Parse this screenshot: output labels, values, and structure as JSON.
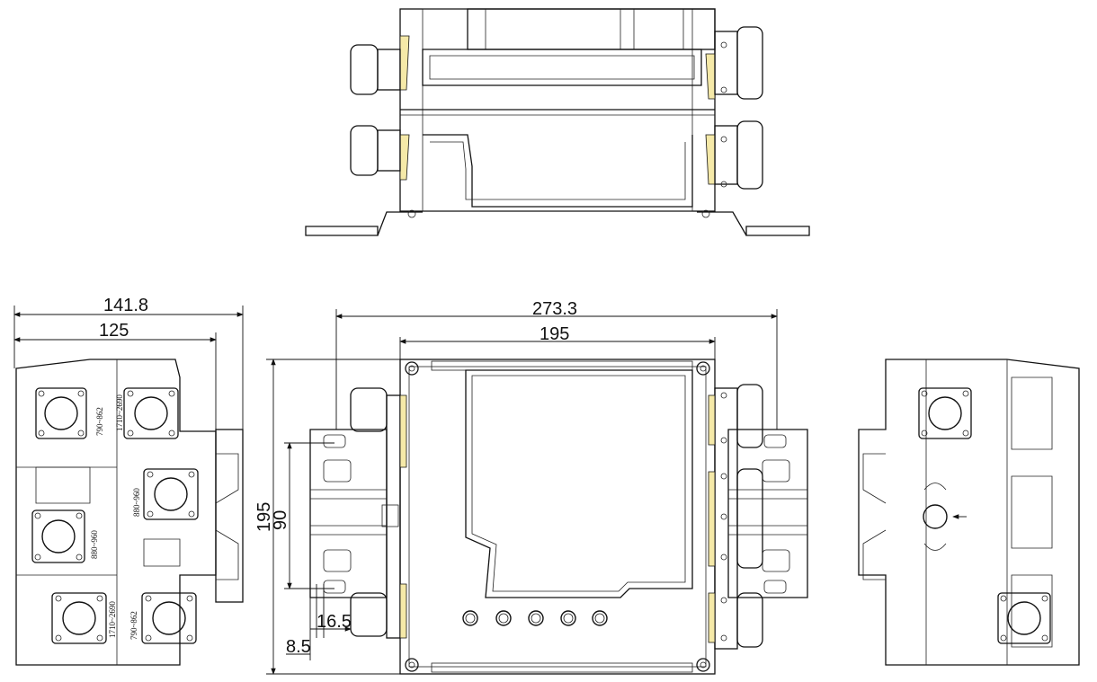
{
  "dimensions": {
    "overall_depth": "141.8",
    "body_depth": "125",
    "overall_width": "273.3",
    "body_width": "195",
    "height": "195",
    "slot_pitch": "90",
    "slot_offset": "16.5",
    "base_offset": "8.5"
  },
  "port_labels": {
    "top_left": "790~862",
    "top_right": "1710~2690",
    "middle_right": "880~960",
    "middle_left": "880~960",
    "bottom_left": "1710~2690",
    "bottom_right": "790~862"
  }
}
